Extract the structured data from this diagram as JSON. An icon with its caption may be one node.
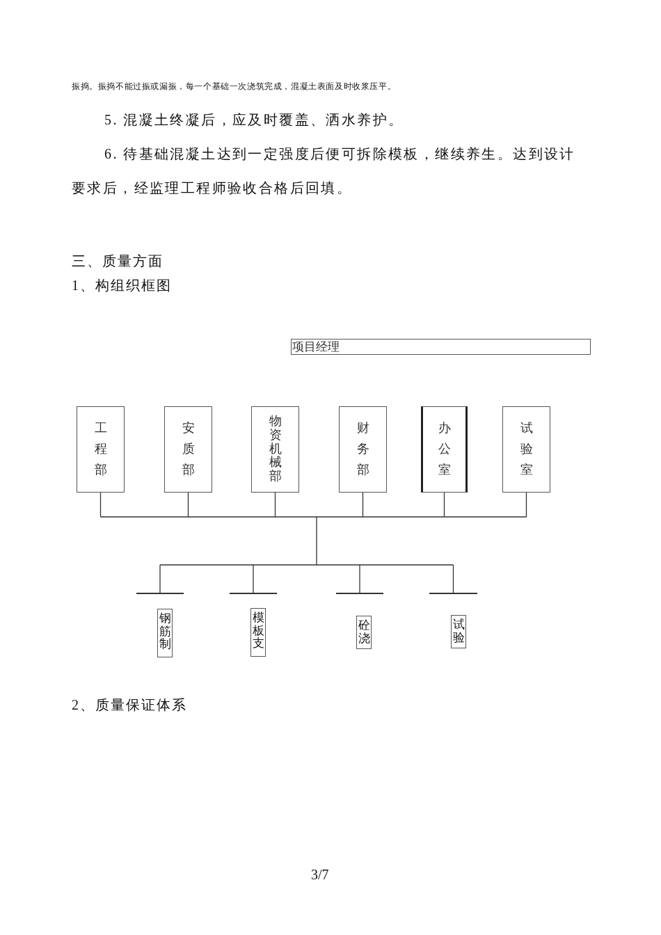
{
  "diagram": {
    "nodes": [
      {
        "text": [
          "项目经理"
        ]
      },
      {
        "text": [
          "工程部"
        ]
      },
      {
        "text": [
          "安质部"
        ]
      },
      {
        "text": [
          "物资机械部"
        ]
      },
      {
        "text": [
          "财务部"
        ]
      },
      {
        "text": [
          "办公室"
        ]
      },
      {
        "text": [
          "试验室"
        ]
      },
      {
        "text": [],
        "shape": "bar"
      },
      {
        "text": [],
        "shape": "bar"
      },
      {
        "text": [],
        "shape": "bar"
      },
      {
        "text": [],
        "shape": "bar"
      },
      {
        "text": [
          "钢筋制"
        ]
      },
      {
        "text": [
          "模板支"
        ]
      },
      {
        "text": [
          "砼浇"
        ]
      },
      {
        "text": [
          "试验"
        ]
      }
    ],
    "edges": [
      {
        "from": 1,
        "to": 7,
        "arrow": "none"
      },
      {
        "from": 1,
        "to": 8,
        "arrow": "none"
      },
      {
        "from": 1,
        "to": 9,
        "arrow": "none"
      },
      {
        "from": 1,
        "to": 10,
        "arrow": "none"
      },
      {
        "from": 2,
        "to": 7,
        "arrow": "none"
      },
      {
        "from": 2,
        "to": 8,
        "arrow": "none"
      },
      {
        "from": 2,
        "to": 9,
        "arrow": "none"
      },
      {
        "from": 2,
        "to": 10,
        "arrow": "none"
      },
      {
        "from": 3,
        "to": 7,
        "arrow": "none"
      },
      {
        "from": 3,
        "to": 8,
        "arrow": "none"
      },
      {
        "from": 3,
        "to": 9,
        "arrow": "none"
      },
      {
        "from": 3,
        "to": 10,
        "arrow": "none"
      },
      {
        "from": 4,
        "to": 7,
        "arrow": "none"
      },
      {
        "from": 4,
        "to": 8,
        "arrow": "none"
      },
      {
        "from": 4,
        "to": 9,
        "arrow": "none"
      },
      {
        "from": 4,
        "to": 10,
        "arrow": "none"
      },
      {
        "from": 5,
        "to": 7,
        "arrow": "none"
      },
      {
        "from": 5,
        "to": 8,
        "arrow": "none"
      },
      {
        "from": 5,
        "to": 9,
        "arrow": "none"
      },
      {
        "from": 5,
        "to": 10,
        "arrow": "none"
      },
      {
        "from": 6,
        "to": 7,
        "arrow": "none"
      },
      {
        "from": 6,
        "to": 8,
        "arrow": "none"
      },
      {
        "from": 6,
        "to": 9,
        "arrow": "none"
      },
      {
        "from": 6,
        "to": 10,
        "arrow": "none"
      }
    ],
    "labels": [
      "振捣。振捣不能过振或漏振，每一个基础一次浇筑完成，混凝土表面及时收浆压平。",
      "5. 混凝土终凝后，应及时覆盖、洒水养护。",
      "6. 待基础混凝土达到一定强度后便可拆除模板，继续养生。达到设计要求后，经监理工程师验收合格后回填。",
      "三、质量方面",
      "1、构组织框图",
      "2、质量保证体系",
      "3/7"
    ]
  }
}
